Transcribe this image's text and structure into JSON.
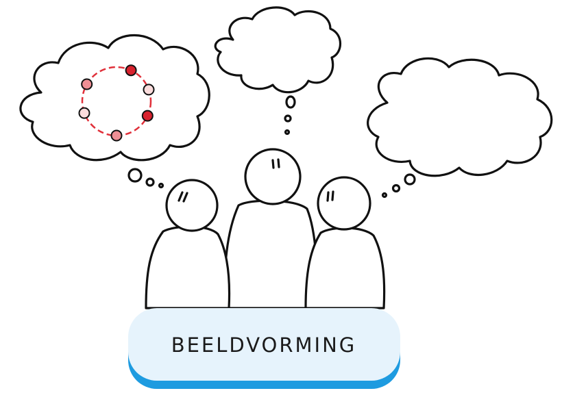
{
  "label": {
    "text": "BEELDVORMING"
  },
  "colors": {
    "ink": "#111111",
    "label_fill": "#e6f3fc",
    "label_shadow": "#1e9be0",
    "ring_line": "#e0303a",
    "dot_dark": "#d8222e",
    "dot_mid": "#ef8f95",
    "dot_light": "#fbdcdc"
  },
  "illustration": {
    "people_count": 3,
    "thought_clouds": 3,
    "ring_dots": [
      {
        "shade": "dark"
      },
      {
        "shade": "light"
      },
      {
        "shade": "dark"
      },
      {
        "shade": "mid"
      },
      {
        "shade": "light"
      },
      {
        "shade": "mid"
      }
    ]
  }
}
